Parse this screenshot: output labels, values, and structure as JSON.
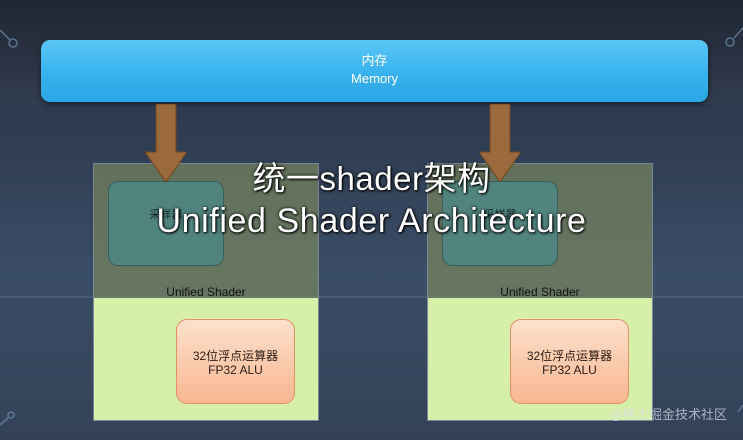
{
  "memory": {
    "line1": "内存",
    "line2": "Memory"
  },
  "units": [
    {
      "sampler": "采样器",
      "label": "Unified Shader",
      "alu_line1": "32位浮点运算器",
      "alu_line2": "FP32 ALU"
    },
    {
      "sampler": "采样器",
      "label": "Unified Shader",
      "alu_line1": "32位浮点运算器",
      "alu_line2": "FP32 ALU"
    }
  ],
  "subtitle": {
    "chinese": "统一shader架构",
    "english": "Unified Shader Architecture"
  },
  "watermark": "@稀土掘金技术社区",
  "colors": {
    "memory": "#38b2ee",
    "arrow": "#9a6a3c",
    "alu": "#f8b792",
    "lower_panel": "#d6efa9",
    "sampler": "#4c8886"
  }
}
